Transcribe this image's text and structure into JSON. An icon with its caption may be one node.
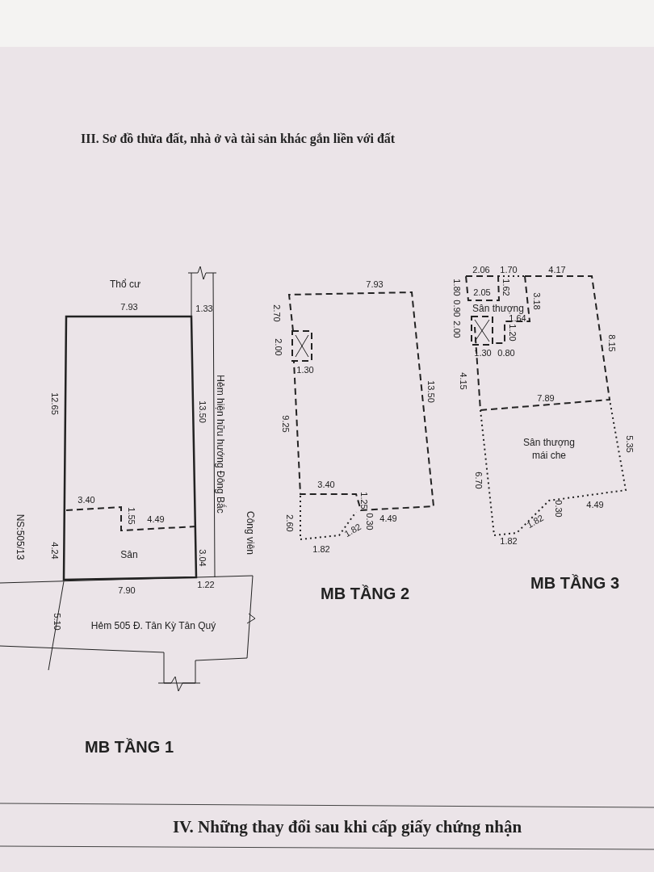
{
  "diagram": {
    "title": "III. Sơ đồ thửa đất, nhà ở và tài sản khác gắn liền với đất",
    "labels": [
      "Thổ cư",
      "7.93",
      "1.33",
      "Hẻm hiện hữu hướng Đông Bắc",
      "12.65",
      "13.50",
      "NS:505/13",
      "3.40",
      "1.55",
      "4.49",
      "Công viên",
      "4.24",
      "Sân",
      "3.04",
      "7.90",
      "1.22",
      "5.10",
      "Hẻm 505 Đ. Tân Kỳ Tân Quý",
      "MB TẦNG 1",
      "7.93",
      "2.70",
      "2.00",
      "1.30",
      "9.25",
      "13.50",
      "3.40",
      "1.25",
      "2.60",
      "0.30",
      "4.49",
      "1.82",
      "1.82",
      "MB TẦNG 2",
      "2.06",
      "1.70",
      "4.17",
      "1.80",
      "0.90",
      "2.00",
      "2.05",
      "1.62",
      "Sân thượng",
      "3.18",
      "1.64",
      "1.20",
      "1.30",
      "0.80",
      "8.15",
      "4.15",
      "7.89",
      "Sân thượng mái che",
      "5.35",
      "6.70",
      "0.30",
      "4.49",
      "1.82",
      "1.82",
      "MB TẦNG 3",
      "IV. Những thay đổi sau khi cấp giấy chứng nhận"
    ]
  }
}
